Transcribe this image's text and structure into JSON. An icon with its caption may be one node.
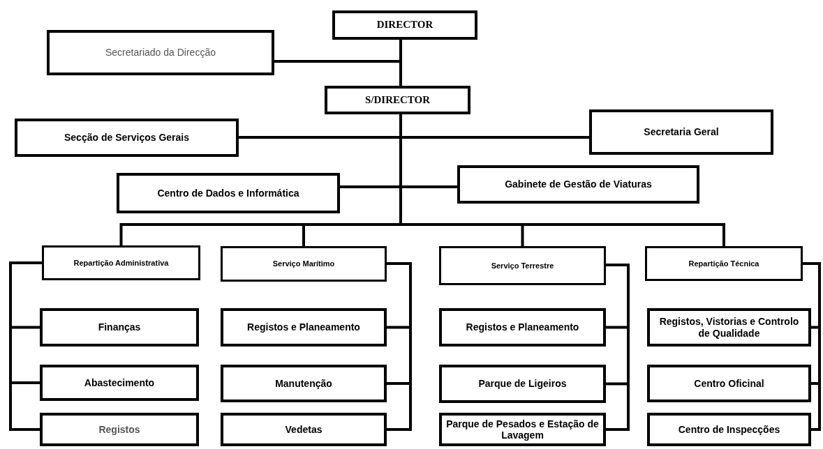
{
  "diagram": {
    "nodes": [
      {
        "text": [
          "DIRECTOR"
        ]
      },
      {
        "text": [
          "Secretariado da Direcção"
        ]
      },
      {
        "text": [
          "S/DIRECTOR"
        ]
      },
      {
        "text": [
          "Secção de Serviços Gerais"
        ]
      },
      {
        "text": [
          "Secretaria Geral"
        ]
      },
      {
        "text": [
          "Centro de Dados e Informática"
        ]
      },
      {
        "text": [
          "Gabinete de Gestão de Viaturas"
        ]
      },
      {
        "text": [
          "Repartição Administrativa"
        ]
      },
      {
        "text": [
          "Serviço Marítimo"
        ]
      },
      {
        "text": [
          "Serviço Terrestre"
        ]
      },
      {
        "text": [
          "Repartição Técnica"
        ]
      },
      {
        "text": [
          "Finanças"
        ]
      },
      {
        "text": [
          "Abastecimento"
        ]
      },
      {
        "text": [
          "Registos"
        ]
      },
      {
        "text": [
          "Registos e Planeamento"
        ]
      },
      {
        "text": [
          "Manutenção"
        ]
      },
      {
        "text": [
          "Vedetas"
        ]
      },
      {
        "text": [
          "Registos e Planeamento"
        ]
      },
      {
        "text": [
          "Parque de Ligeiros"
        ]
      },
      {
        "text": [
          "Parque de Pesados e Estação de Lavagem"
        ]
      },
      {
        "text": [
          "Registos, Vistorias e Controlo de Qualidade"
        ]
      },
      {
        "text": [
          "Centro Oficinal"
        ]
      },
      {
        "text": [
          "Centro de Inspecções"
        ]
      }
    ],
    "edges": [
      {
        "from": 0,
        "to": 1,
        "arrow": "none"
      },
      {
        "from": 0,
        "to": 2,
        "arrow": "none"
      },
      {
        "from": 2,
        "to": 3,
        "arrow": "none"
      },
      {
        "from": 2,
        "to": 4,
        "arrow": "none"
      },
      {
        "from": 2,
        "to": 5,
        "arrow": "none"
      },
      {
        "from": 2,
        "to": 6,
        "arrow": "none"
      },
      {
        "from": 2,
        "to": 7,
        "arrow": "none"
      },
      {
        "from": 2,
        "to": 8,
        "arrow": "none"
      },
      {
        "from": 2,
        "to": 9,
        "arrow": "none"
      },
      {
        "from": 2,
        "to": 10,
        "arrow": "none"
      },
      {
        "from": 7,
        "to": 11,
        "arrow": "none"
      },
      {
        "from": 7,
        "to": 12,
        "arrow": "none"
      },
      {
        "from": 7,
        "to": 13,
        "arrow": "none"
      },
      {
        "from": 8,
        "to": 14,
        "arrow": "none"
      },
      {
        "from": 8,
        "to": 15,
        "arrow": "none"
      },
      {
        "from": 8,
        "to": 16,
        "arrow": "none"
      },
      {
        "from": 9,
        "to": 17,
        "arrow": "none"
      },
      {
        "from": 9,
        "to": 18,
        "arrow": "none"
      },
      {
        "from": 9,
        "to": 19,
        "arrow": "none"
      },
      {
        "from": 10,
        "to": 20,
        "arrow": "none"
      },
      {
        "from": 10,
        "to": 21,
        "arrow": "none"
      },
      {
        "from": 10,
        "to": 22,
        "arrow": "none"
      }
    ]
  }
}
